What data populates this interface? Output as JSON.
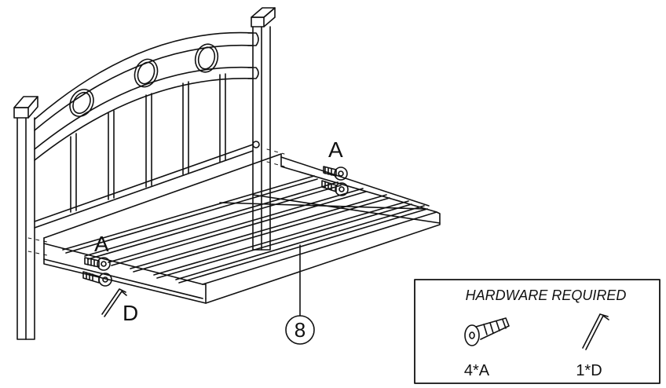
{
  "diagram": {
    "callouts": {
      "top_right_letter": "A",
      "left_letter": "A",
      "tool_letter": "D",
      "part_number": "8"
    },
    "hardware_box": {
      "title": "HARDWARE REQUIRED",
      "items": [
        {
          "icon": "bolt-icon",
          "quantity_label": "4*A"
        },
        {
          "icon": "allen-key-icon",
          "quantity_label": "1*D"
        }
      ]
    },
    "colors": {
      "line": "#111111",
      "background": "#ffffff"
    }
  }
}
